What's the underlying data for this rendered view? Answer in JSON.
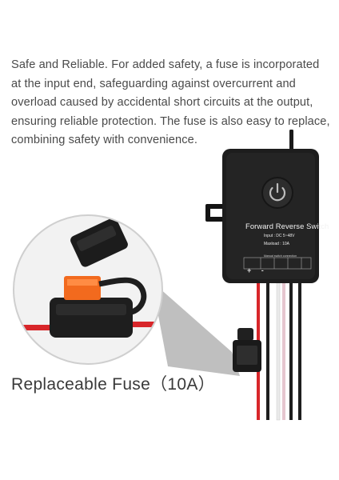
{
  "description": "Safe and Reliable. For added safety, a fuse is incorporated at the input end, safeguarding against overcurrent and overload caused by accidental short circuits at the output, ensuring reliable protection. The fuse is also easy to replace, combining safety with convenience.",
  "caption": "Replaceable Fuse（10A）",
  "device": {
    "title": "Forward Reverse Switch",
    "input": "Input : DC 5~48V",
    "max_load": "Maxload : 10A",
    "manual_note": "Manual switch connection",
    "polarity": "+ -"
  },
  "icons": [
    "power-button-icon",
    "fuse-holder-icon"
  ],
  "colors": {
    "device_body": "#1d1d1d",
    "red_wire": "#d8262a",
    "fuse_orange": "#f26a1e",
    "text_gray": "#4a4a4a",
    "callout_gray": "#bdbdbd"
  }
}
